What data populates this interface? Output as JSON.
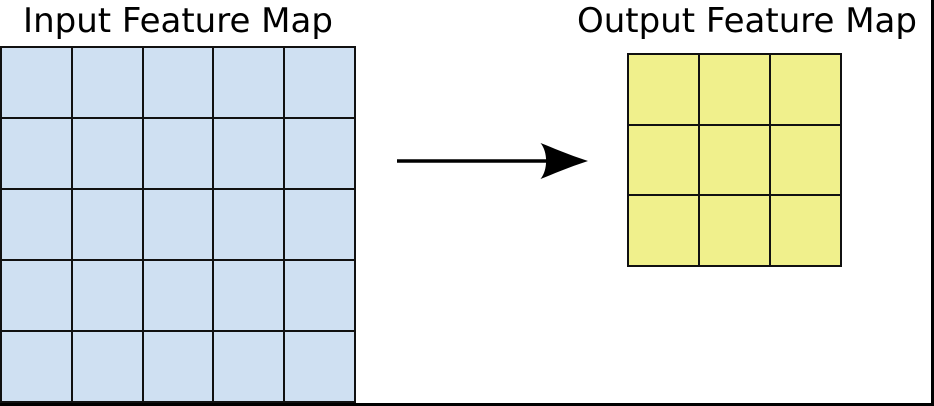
{
  "page": {
    "background_color": "#ffffff",
    "frame_color": "#000000"
  },
  "input_map": {
    "title": "Input Feature Map",
    "rows": 5,
    "cols": 5,
    "cell_color": "#cfe0f2",
    "line_color": "#111111"
  },
  "output_map": {
    "title": "Output Feature Map",
    "rows": 3,
    "cols": 3,
    "cell_color": "#f0f08c",
    "line_color": "#111111"
  },
  "arrow": {
    "direction": "right",
    "color": "#000000"
  }
}
